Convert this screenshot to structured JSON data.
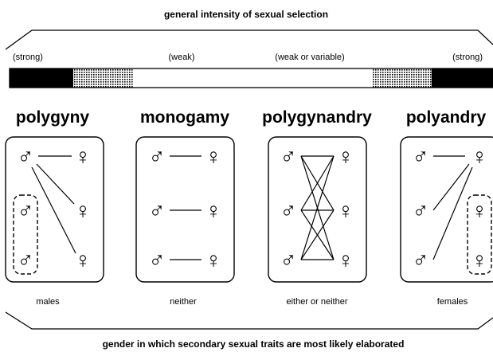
{
  "top_title": "general intensity of sexual selection",
  "bottom_title": "gender in which secondary sexual traits are most likely elaborated",
  "scale_labels": [
    "(strong)",
    "(weak)",
    "(weak or variable)",
    "(strong)"
  ],
  "systems": [
    {
      "name": "polygyny",
      "elaborated": "males"
    },
    {
      "name": "monogamy",
      "elaborated": "neither"
    },
    {
      "name": "polygynandry",
      "elaborated": "either or neither"
    },
    {
      "name": "polyandry",
      "elaborated": "females"
    }
  ],
  "symbols": {
    "male": "♂",
    "female": "♀"
  },
  "colors": {
    "ink": "#000000",
    "background": "#ffffff",
    "bar_fill": "#000000"
  }
}
